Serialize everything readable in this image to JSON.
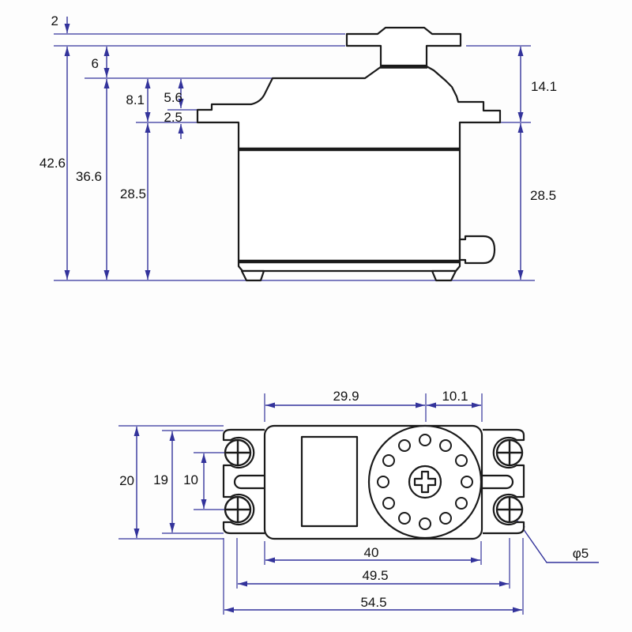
{
  "side": {
    "d2": "2",
    "d6": "6",
    "d8_1": "8.1",
    "d5_6": "5.6",
    "d2_5": "2.5",
    "d42_6": "42.6",
    "d36_6": "36.6",
    "d28_5_left": "28.5",
    "d14_1": "14.1",
    "d28_5_right": "28.5"
  },
  "top": {
    "d29_9": "29.9",
    "d10_1": "10.1",
    "d20": "20",
    "d19": "19",
    "d10": "10",
    "d40": "40",
    "d49_5": "49.5",
    "d54_5": "54.5",
    "d_phi5": "φ5"
  },
  "colors": {
    "dimension": "#33339b",
    "outline": "#1a1a1a",
    "background": "#ffffff"
  }
}
